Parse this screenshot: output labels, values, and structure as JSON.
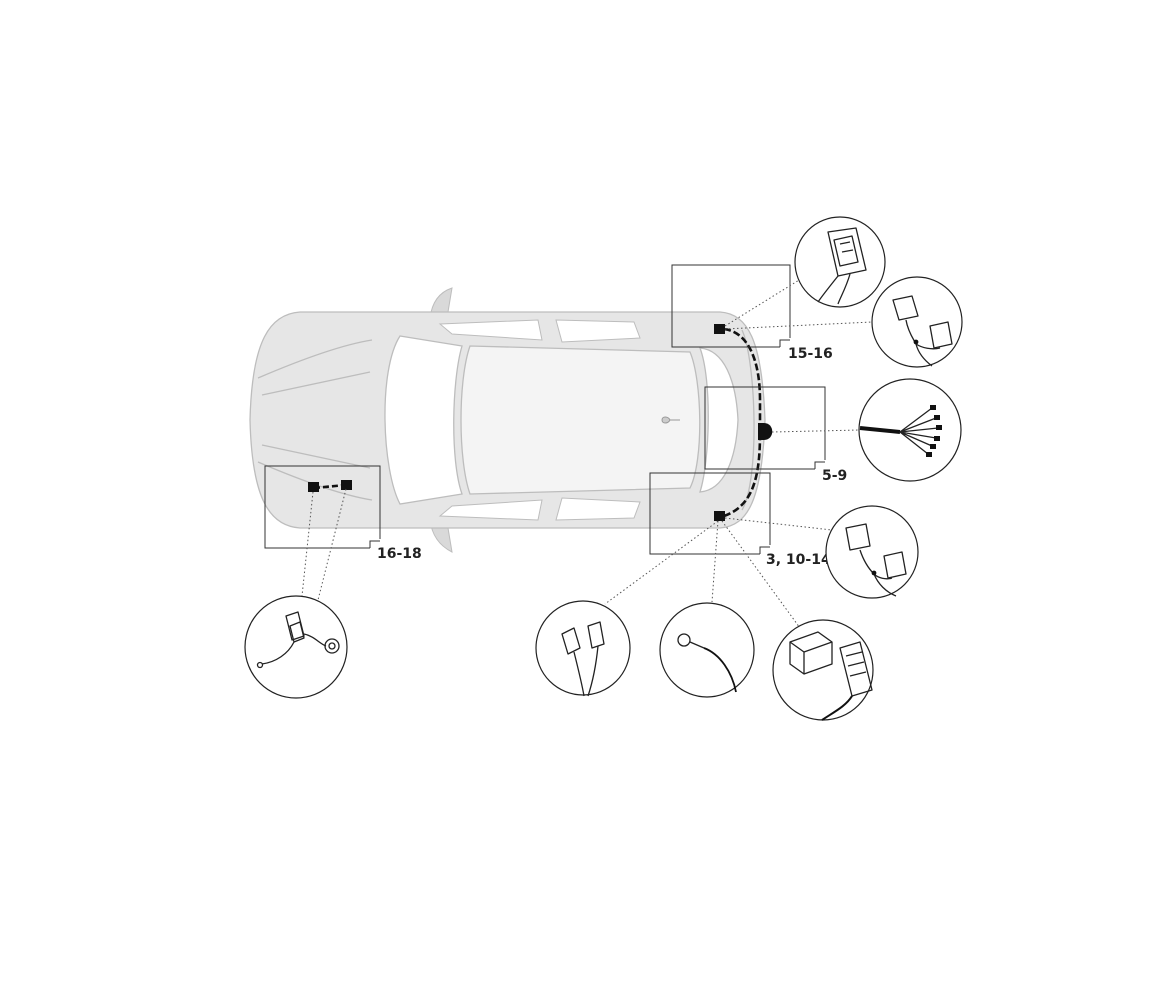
{
  "callouts": {
    "rear_left_connector": "15-16",
    "tow_socket": "5-9",
    "rear_right_connector": "3, 10-14",
    "front_module": "16-18"
  },
  "palette": {
    "car_body": "#e6e6e6",
    "car_roof": "#f4f4f4",
    "car_glass": "#ffffff",
    "car_outline": "#bdbdbd",
    "wiring": "#111111",
    "leader_line": "#555555",
    "frame": "#333333",
    "text": "#222222"
  },
  "icons": [
    "car-top-view-icon",
    "connector-housing-icon",
    "dual-connector-harness-icon",
    "wire-bundle-icon",
    "spade-terminal-icon",
    "ring-terminal-icon",
    "control-module-icon",
    "relay-icon"
  ]
}
